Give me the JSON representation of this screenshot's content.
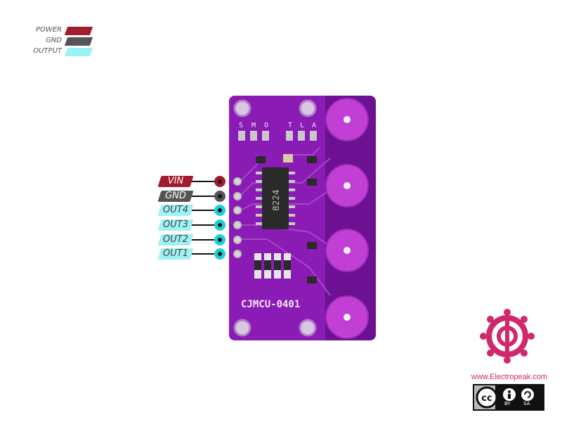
{
  "legend": [
    {
      "label": "POWER",
      "color": "#a31b2e"
    },
    {
      "label": "GND",
      "color": "#555555"
    },
    {
      "label": "OUTPUT",
      "color": "#9ef2f5"
    }
  ],
  "pins": [
    {
      "label": "VIN",
      "type": "power"
    },
    {
      "label": "GND",
      "type": "gnd"
    },
    {
      "label": "OUT4",
      "type": "output"
    },
    {
      "label": "OUT3",
      "type": "output"
    },
    {
      "label": "OUT2",
      "type": "output"
    },
    {
      "label": "OUT1",
      "type": "output"
    }
  ],
  "board": {
    "name": "CJMCU-0401",
    "chip": "8224",
    "top_labels": [
      "S",
      "M",
      "O",
      "T",
      "L",
      "A"
    ]
  },
  "watermark": {
    "url": "www.Electropeak.com",
    "license_by": "BY",
    "license_sa": "SA",
    "logo_icon": "electropeak-logo-icon",
    "license_icon": "cc-by-sa-icon"
  },
  "colors": {
    "board": "#8a1bb5",
    "board_dark": "#6b1192",
    "pad": "#c23fd6",
    "power": "#a31b2e",
    "gnd": "#555555",
    "output": "#9ef2f5",
    "output_dot": "#1ecfd6",
    "brand": "#d0286d"
  }
}
